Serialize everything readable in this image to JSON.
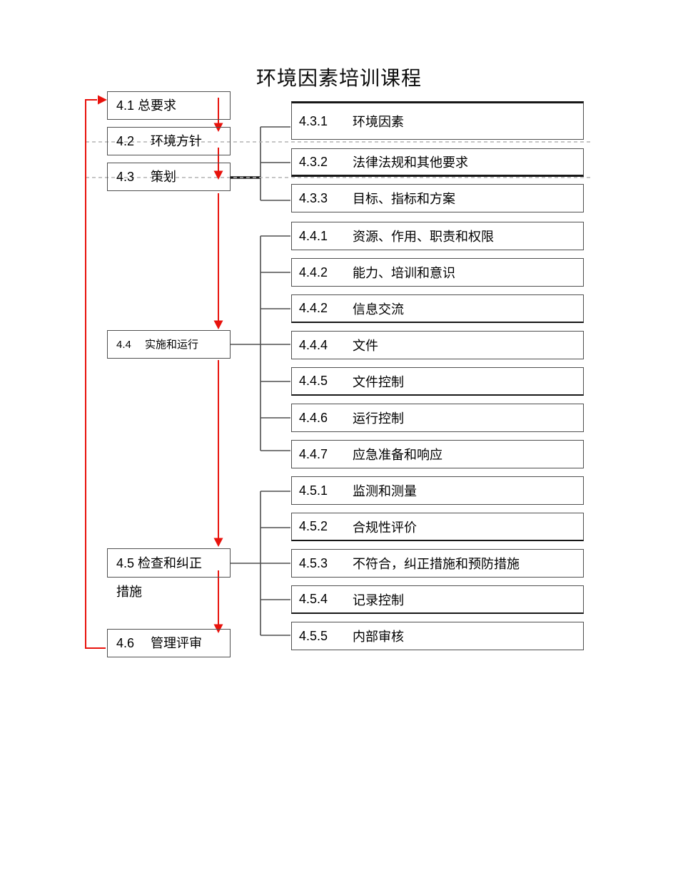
{
  "title": "环境因素培训课程",
  "colors": {
    "arrow_red": "#e8120c",
    "box_border": "#4f4f4f",
    "thick_line": "#161616",
    "dashed_line": "#b3b3b3",
    "background": "#ffffff"
  },
  "left_nodes": [
    {
      "label": "4.1 总要求"
    },
    {
      "label": "4.2　 环境方针"
    },
    {
      "label": "4.3　 策划"
    },
    {
      "label": "4.4　 实施和运行"
    },
    {
      "label": "4.5 检查和纠正",
      "label2": "措施"
    },
    {
      "label": "4.6　 管理评审"
    }
  ],
  "right_nodes": [
    {
      "num": "4.3.1",
      "label": "环境因素"
    },
    {
      "num": "4.3.2",
      "label": "法律法规和其他要求"
    },
    {
      "num": "4.3.3",
      "label": "目标、指标和方案"
    },
    {
      "num": "4.4.1",
      "label": "资源、作用、职责和权限"
    },
    {
      "num": "4.4.2",
      "label": "能力、培训和意识"
    },
    {
      "num": "4.4.2",
      "label": "信息交流"
    },
    {
      "num": "4.4.4",
      "label": "文件"
    },
    {
      "num": "4.4.5",
      "label": "文件控制"
    },
    {
      "num": "4.4.6",
      "label": "运行控制"
    },
    {
      "num": "4.4.7",
      "label": "应急准备和响应"
    },
    {
      "num": "4.5.1",
      "label": "监测和测量"
    },
    {
      "num": "4.5.2",
      "label": "合规性评价"
    },
    {
      "num": "4.5.3",
      "label": "不符合，纠正措施和预防措施"
    },
    {
      "num": "4.5.4",
      "label": "记录控制"
    },
    {
      "num": "4.5.5",
      "label": "内部审核"
    }
  ]
}
